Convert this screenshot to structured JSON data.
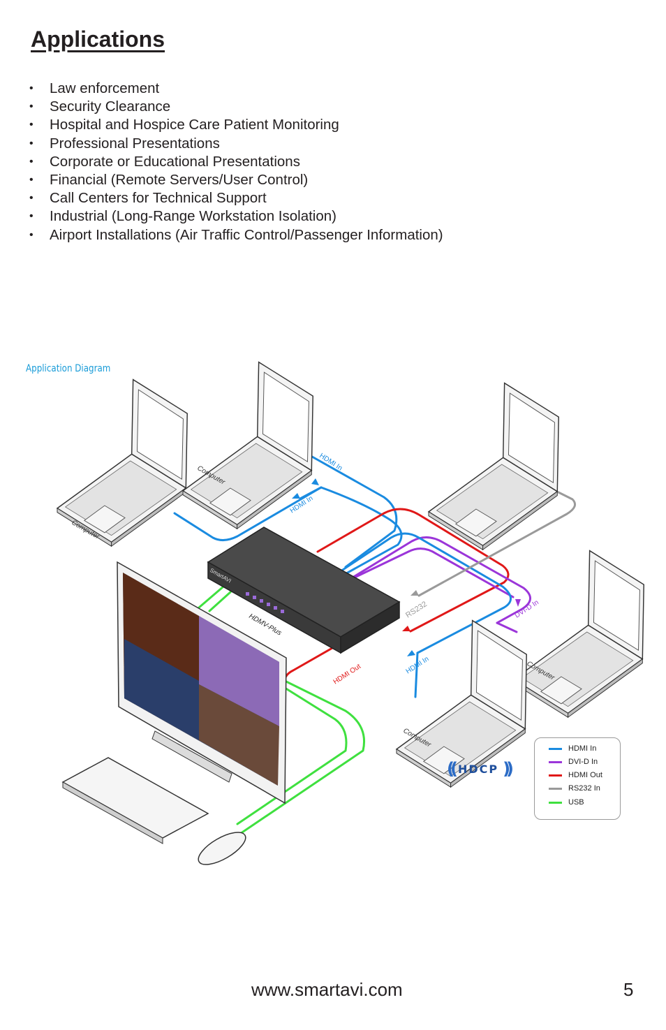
{
  "page": {
    "title": "Applications",
    "bullets": [
      "Law enforcement",
      "Security  Clearance",
      "Hospital and Hospice Care Patient Monitoring",
      "Professional Presentations",
      "Corporate or Educational Presentations",
      "Financial (Remote Servers/User Control)",
      "Call Centers for Technical Support",
      "Industrial (Long-Range Workstation Isolation)",
      "Airport Installations (Air Traffic Control/Passenger Information)"
    ],
    "footer_url": "www.smartavi.com",
    "page_number": "5"
  },
  "diagram": {
    "caption": "Application Diagram",
    "device_name": "HDMV-Plus",
    "device_brand": "SmartAVI",
    "computer_label": "Computer",
    "labels": {
      "hdmi_in": "HDMI In",
      "hdmi_out": "HDMI Out",
      "dvi_d_in": "DVI-D In",
      "rs232": "RS232"
    },
    "hdcp_text": "HDCP",
    "legend": [
      {
        "label": "HDMI In",
        "color": "#1a8be0"
      },
      {
        "label": "DVI-D In",
        "color": "#9b35d9"
      },
      {
        "label": "HDMI Out",
        "color": "#e01818"
      },
      {
        "label": "RS232 In",
        "color": "#9a9a9a"
      },
      {
        "label": "USB",
        "color": "#3fe03f"
      }
    ]
  }
}
